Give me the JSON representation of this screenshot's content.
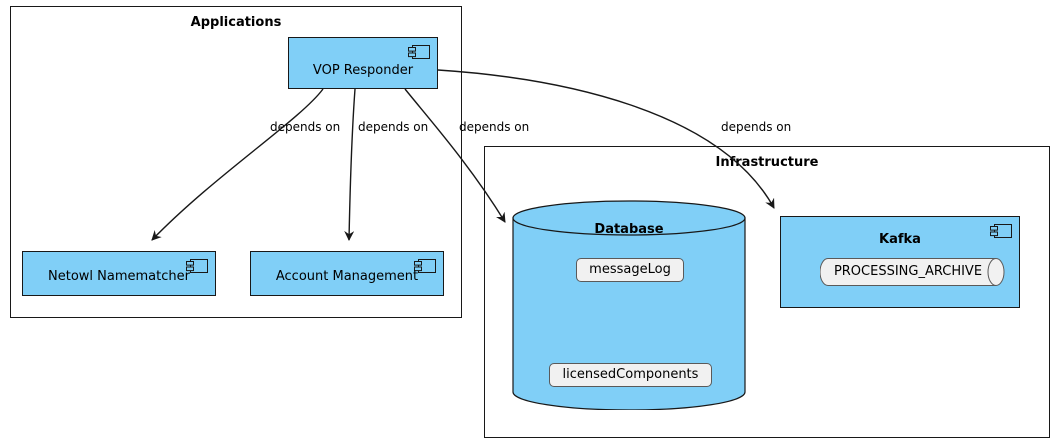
{
  "diagram": {
    "type": "uml-component-diagram",
    "colors": {
      "component_fill": "#80CFF7",
      "component_border": "#181818",
      "artifact_fill": "#F1F1F1",
      "artifact_border": "#5A5A5A",
      "edge": "#181818",
      "background": "#FFFFFF"
    }
  },
  "packages": [
    {
      "id": "applications",
      "title": "Applications"
    },
    {
      "id": "infrastructure",
      "title": "Infrastructure"
    }
  ],
  "components": [
    {
      "id": "vop",
      "label": "VOP Responder",
      "icon": "uml-component-icon",
      "bold": false
    },
    {
      "id": "netowl",
      "label": "Netowl Namematcher",
      "icon": "uml-component-icon",
      "bold": false
    },
    {
      "id": "account",
      "label": "Account Management",
      "icon": "uml-component-icon",
      "bold": false
    },
    {
      "id": "kafka",
      "label": "Kafka",
      "icon": "uml-component-icon",
      "bold": true
    }
  ],
  "nodes": [
    {
      "id": "database",
      "label": "Database",
      "shape": "cylinder",
      "bold": true
    }
  ],
  "artifacts": [
    {
      "id": "messagelog",
      "label": "messageLog",
      "parent": "database",
      "shape": "rounded-rect"
    },
    {
      "id": "licensedcomponents",
      "label": "licensedComponents",
      "parent": "database",
      "shape": "rounded-rect"
    },
    {
      "id": "processing-archive",
      "label": "PROCESSING_ARCHIVE",
      "parent": "kafka",
      "shape": "queue"
    }
  ],
  "edges": [
    {
      "from": "vop",
      "to": "netowl",
      "label": "depends on",
      "arrow": "open"
    },
    {
      "from": "vop",
      "to": "account",
      "label": "depends on",
      "arrow": "open"
    },
    {
      "from": "vop",
      "to": "database",
      "label": "depends on",
      "arrow": "open"
    },
    {
      "from": "vop",
      "to": "kafka",
      "label": "depends on",
      "arrow": "open"
    }
  ]
}
